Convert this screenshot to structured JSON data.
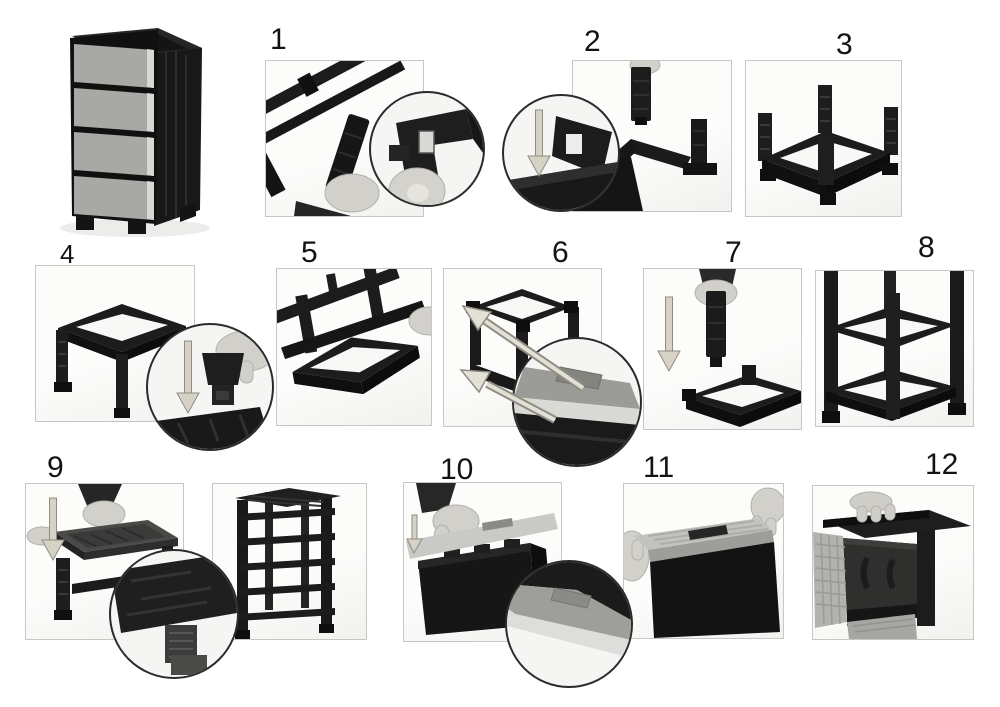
{
  "steps": [
    {
      "number": "1"
    },
    {
      "number": "2"
    },
    {
      "number": "3"
    },
    {
      "number": "4"
    },
    {
      "number": "5"
    },
    {
      "number": "6"
    },
    {
      "number": "7"
    },
    {
      "number": "8"
    },
    {
      "number": "9"
    },
    {
      "number": "10"
    },
    {
      "number": "11"
    },
    {
      "number": "12"
    }
  ],
  "colors": {
    "page_bg": "#ffffff",
    "frame_black": "#1c1c1c",
    "drawer_gray": "#a8a8a4",
    "drawer_highlight": "#d7d7d4",
    "panel_border": "#c6c6c3",
    "magnifier_border": "#2b2b2b",
    "arrow_fill": "#d6d2c6",
    "arrow_stroke": "#8f8c82",
    "hand_fill": "#d2d0cb"
  }
}
